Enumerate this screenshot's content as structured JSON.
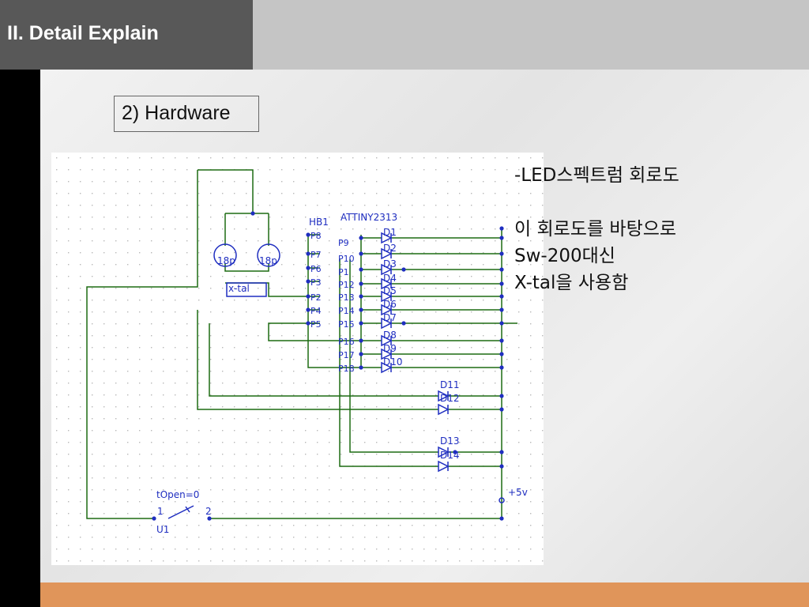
{
  "header": {
    "title": "II. Detail Explain"
  },
  "section": {
    "label": "2) Hardware"
  },
  "schematic": {
    "chip_name": "ATTINY2313",
    "header_name": "HB1",
    "crystal_label": "x-tal",
    "capacitor_label": "18p",
    "switch_param": "tOpen=0",
    "switch_name": "U1",
    "switch_pin1": "1",
    "switch_pin2": "2",
    "supply_label": "+5v",
    "header_pins": [
      "P8",
      "P7",
      "P6",
      "P3",
      "P2",
      "P4",
      "P5"
    ],
    "chip_pins": [
      "P9",
      "P10",
      "P1",
      "P12",
      "P13",
      "P14",
      "P15",
      "P16",
      "P17",
      "P18"
    ],
    "diodes_column": [
      "D1",
      "D2",
      "D3",
      "D4",
      "D5",
      "D6",
      "D7",
      "D8",
      "D9",
      "D10"
    ],
    "diodes_extra": [
      "D11",
      "D12",
      "D13",
      "D14"
    ]
  },
  "description": {
    "line1": "-LED스펙트럼 회로도",
    "line2": "이 회로도를 바탕으로",
    "line3": "Sw-200대신",
    "line4": "X-tal을 사용함"
  },
  "colors": {
    "title_bar": "#585858",
    "accent_bar": "#e0955a",
    "wire": "#1d6b12",
    "node": "#1f2ec0"
  }
}
